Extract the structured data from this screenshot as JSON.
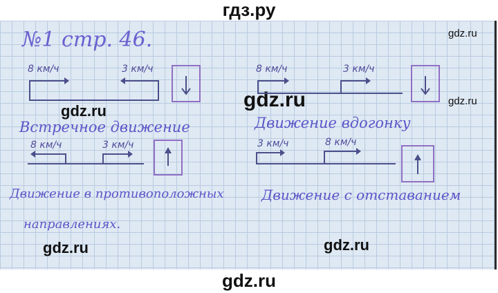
{
  "site_header": "гдз.ру",
  "site_footer": "gdz.ru",
  "watermark": "gdz.ru",
  "title": "№1 стр. 46.",
  "diagrams": [
    {
      "speed_left": "8 км/ч",
      "speed_right": "3 км/ч",
      "direction": "down-arrow-icon"
    },
    {
      "speed_left": "8 км/ч",
      "speed_right": "3 км/ч",
      "direction": "down-arrow-icon"
    },
    {
      "speed_left": "8 км/ч",
      "speed_right": "3 км/ч",
      "direction": "up-arrow-icon"
    },
    {
      "speed_left": "3 км/ч",
      "speed_right": "8 км/ч",
      "direction": "up-arrow-icon"
    }
  ],
  "captions": {
    "meeting": "Встречное движение",
    "pursuit": "Движение вдогонку",
    "opposite_line1": "Движение в противоположных",
    "opposite_line2": "направлениях.",
    "lagging": "Движение с отставанием"
  }
}
